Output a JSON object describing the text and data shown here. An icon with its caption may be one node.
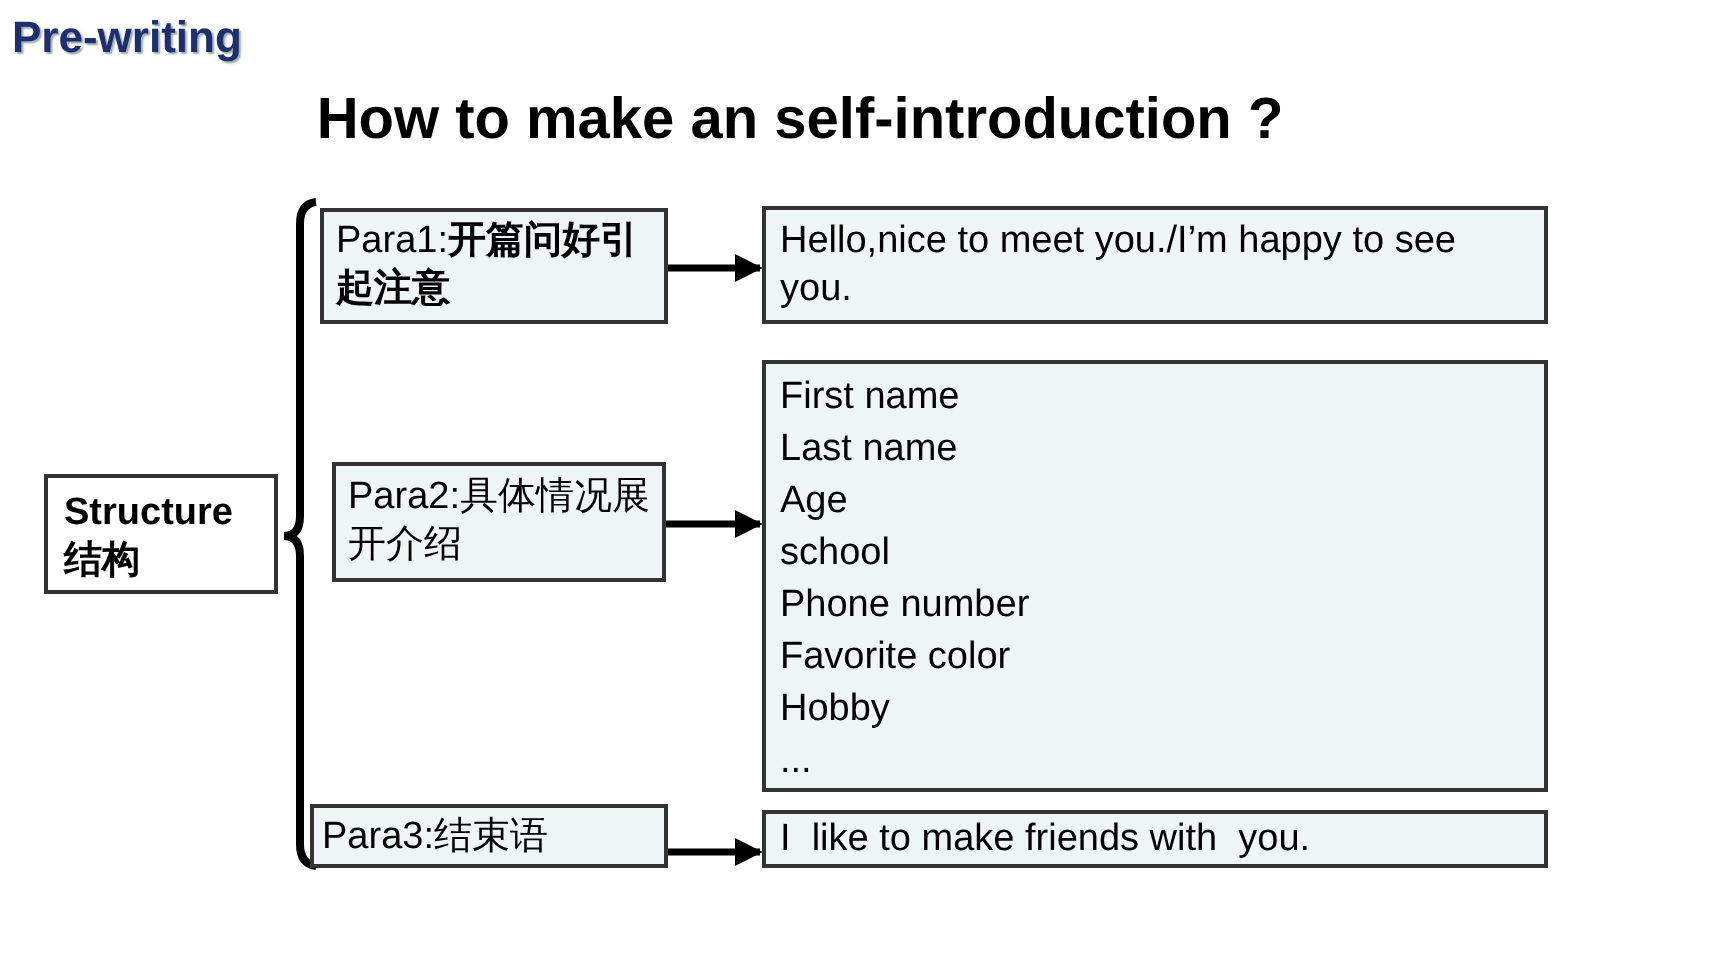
{
  "diagram": {
    "title": "How to make an self-introduction ?",
    "nodes": [
      {
        "text": [
          "Structure 结构"
        ]
      },
      {
        "text": [
          "Para1:**开篇问好引起注意**"
        ]
      },
      {
        "text": [
          "Para2:具体情况展开介绍"
        ]
      },
      {
        "text": [
          "Para3:结束语"
        ]
      },
      {
        "text": [
          "Hello,nice to meet you./I’m happy to see you."
        ]
      },
      {
        "text": [
          "First name",
          "Last name",
          "Age",
          "school",
          "Phone number",
          "Favorite color",
          "Hobby",
          "..."
        ]
      },
      {
        "text": [
          "I  like to make friends with  you."
        ]
      }
    ],
    "edges": [
      {
        "from": 1,
        "to": 4,
        "arrow": "to"
      },
      {
        "from": 2,
        "to": 5,
        "arrow": "to"
      },
      {
        "from": 3,
        "to": 6,
        "arrow": "to"
      }
    ],
    "labels": [
      "Pre-writing"
    ]
  }
}
